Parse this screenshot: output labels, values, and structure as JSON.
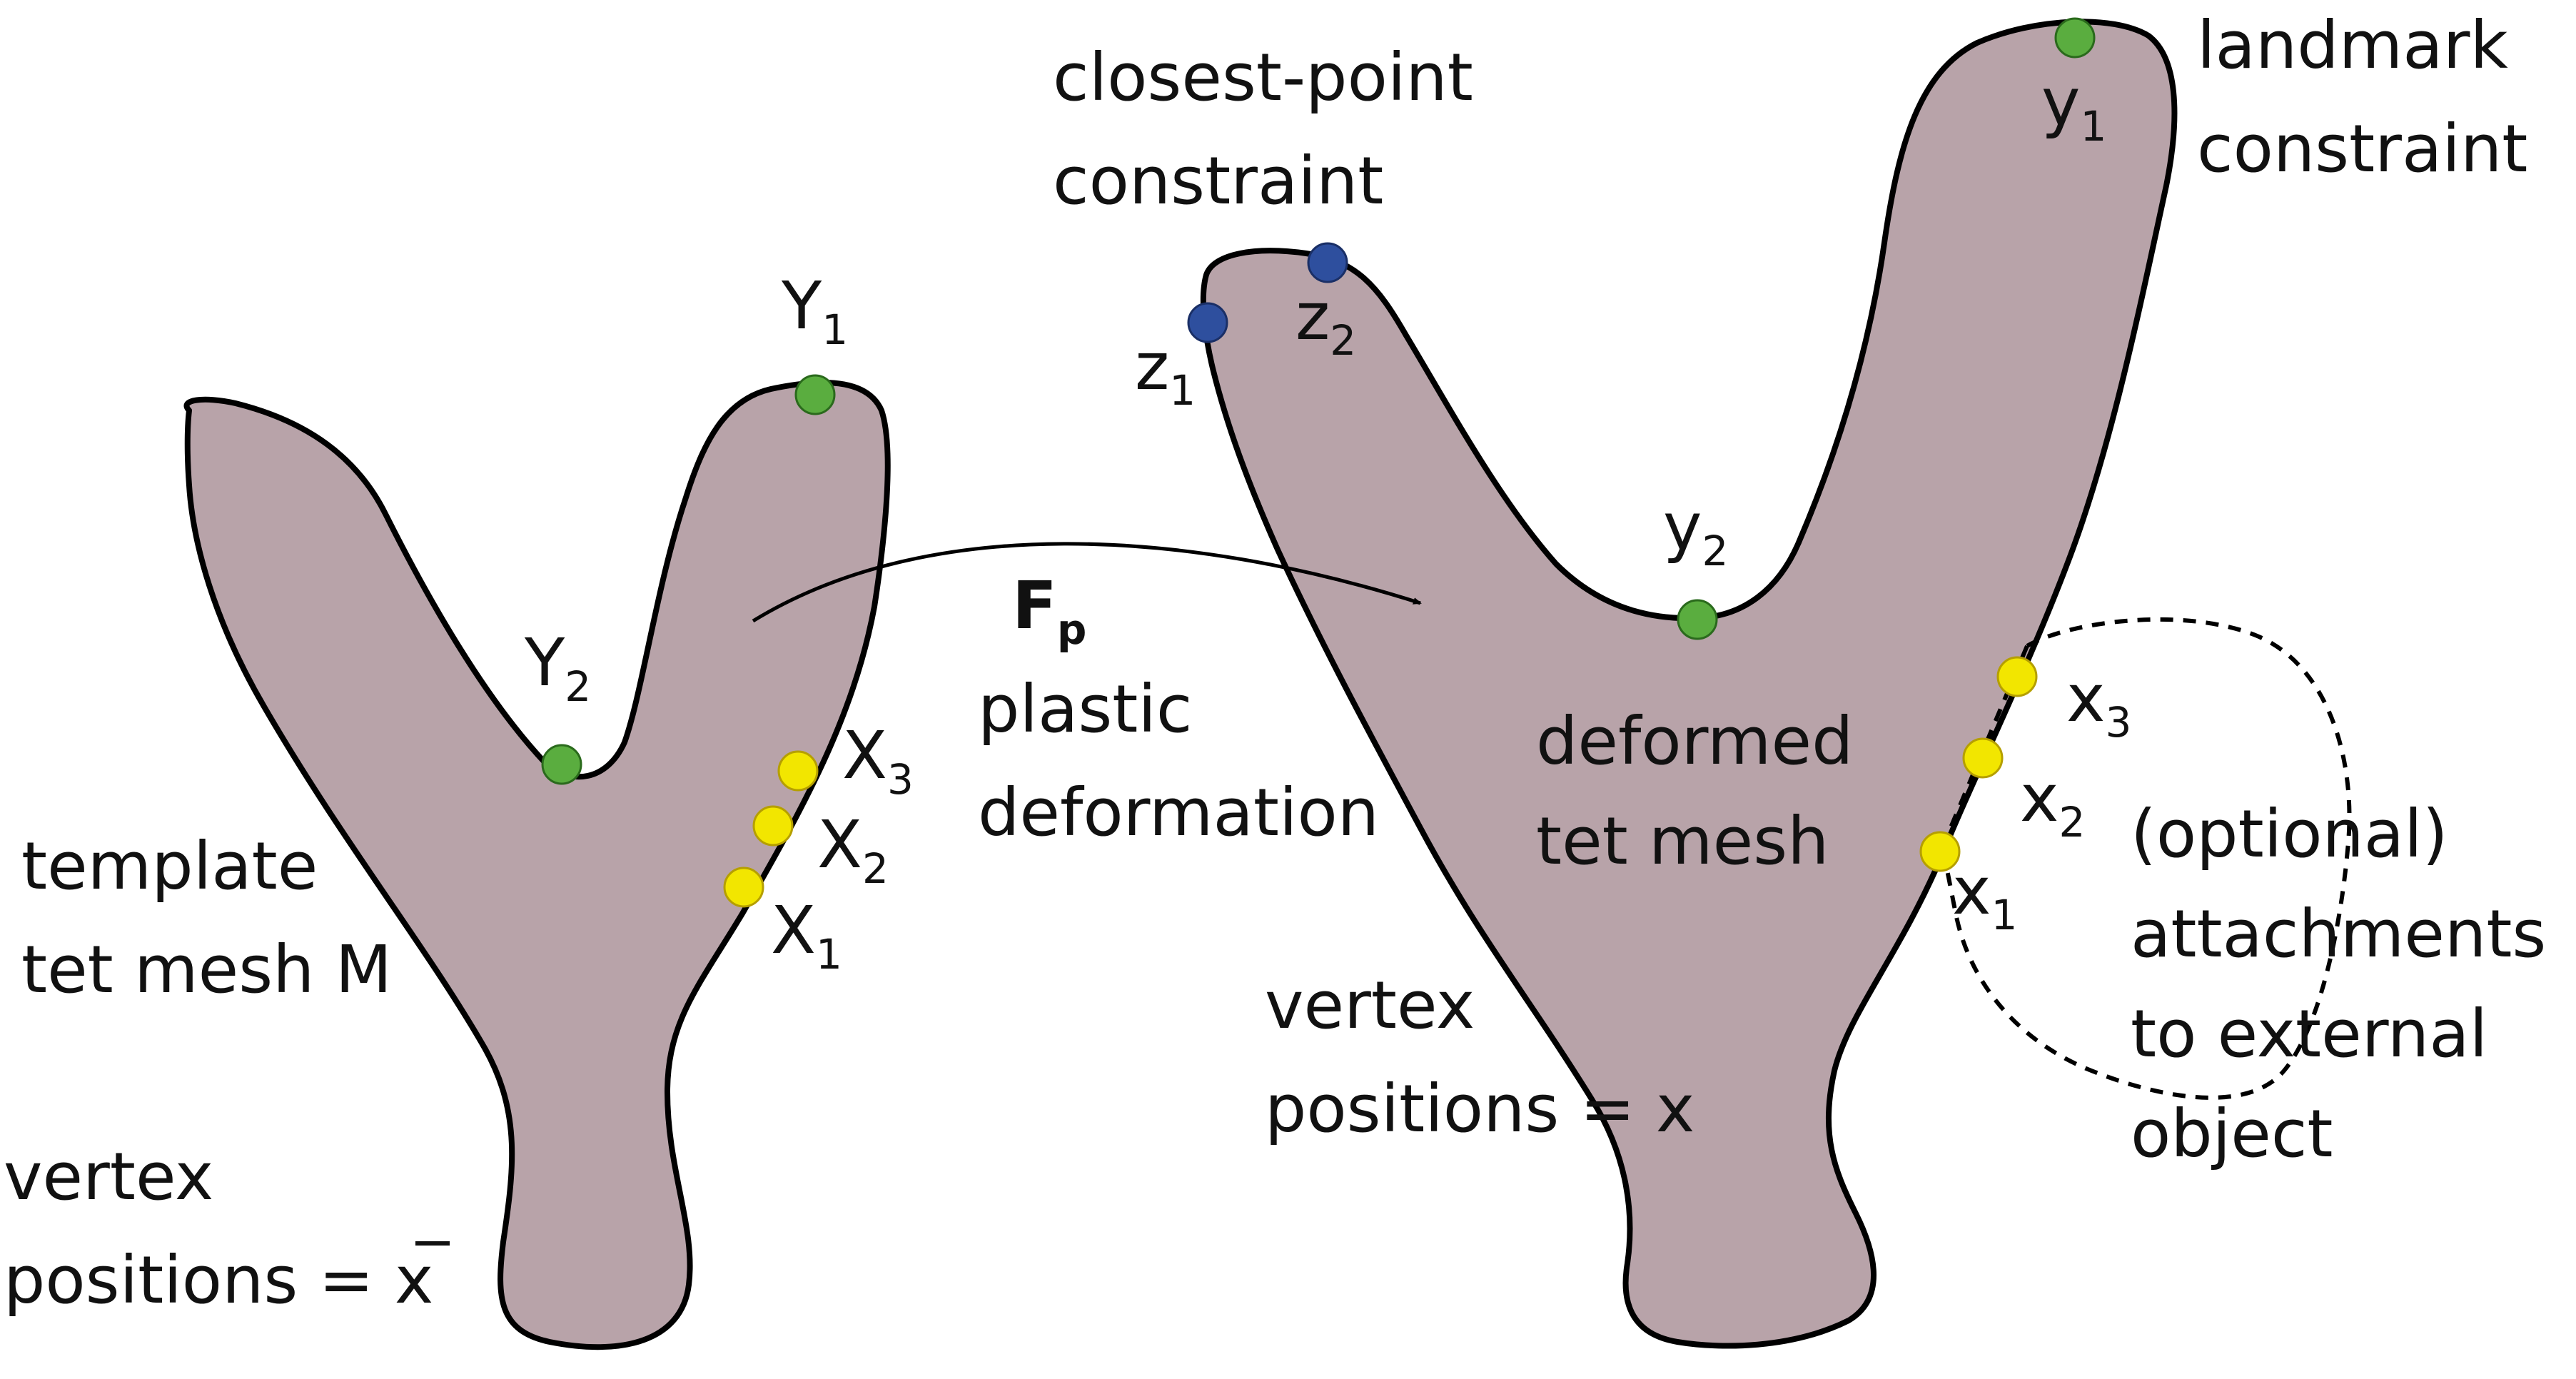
{
  "colors": {
    "shape_fill": "#b8a3a9",
    "outline": "#000000",
    "landmark_point": "#5aad3f",
    "closest_point": "#2e4f9e",
    "attachment_point": "#f2e600"
  },
  "template": {
    "label_line1": "template",
    "label_line2": "tet mesh M",
    "vertex_line1": "vertex",
    "vertex_line2": "positions = ",
    "vertex_symbol": "x",
    "points": {
      "Y1": {
        "base": "Y",
        "sub": "1"
      },
      "Y2": {
        "base": "Y",
        "sub": "2"
      },
      "X1": {
        "base": "X",
        "sub": "1"
      },
      "X2": {
        "base": "X",
        "sub": "2"
      },
      "X3": {
        "base": "X",
        "sub": "3"
      }
    }
  },
  "transform": {
    "symbol": "F",
    "symbol_sub": "p",
    "line1": "plastic",
    "line2": "deformation"
  },
  "deformed": {
    "label_line1": "deformed",
    "label_line2": "tet mesh",
    "vertex_line1": "vertex",
    "vertex_line2": "positions = x",
    "points": {
      "y1": {
        "base": "y",
        "sub": "1"
      },
      "y2": {
        "base": "y",
        "sub": "2"
      },
      "z1": {
        "base": "z",
        "sub": "1"
      },
      "z2": {
        "base": "z",
        "sub": "2"
      },
      "x1": {
        "base": "x",
        "sub": "1"
      },
      "x2": {
        "base": "x",
        "sub": "2"
      },
      "x3": {
        "base": "x",
        "sub": "3"
      }
    }
  },
  "annotations": {
    "closest_line1": "closest-point",
    "closest_line2": "constraint",
    "landmark_line1": "landmark",
    "landmark_line2": "constraint",
    "attach_line1": "(optional)",
    "attach_line2": "attachments",
    "attach_line3": "to external",
    "attach_line4": "object"
  }
}
